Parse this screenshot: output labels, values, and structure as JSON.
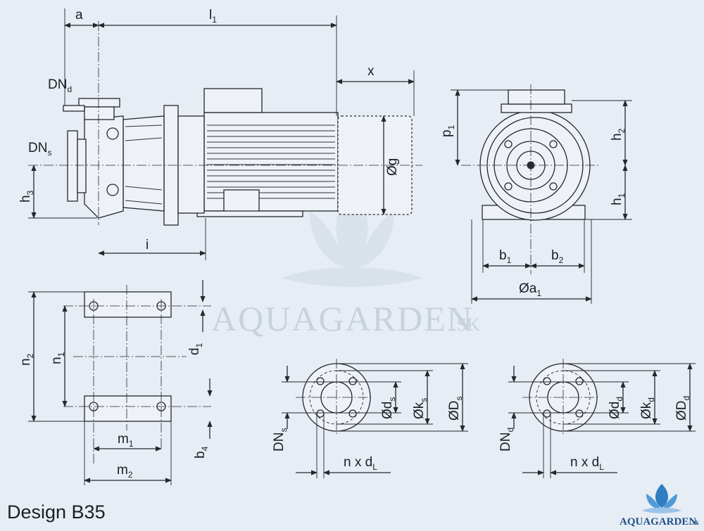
{
  "labels": {
    "a": "a",
    "l": "l",
    "l_sub": "1",
    "x": "x",
    "dnd": "DN",
    "dnd_sub": "d",
    "dns": "DN",
    "dns_sub": "s",
    "h3": "h",
    "h3_sub": "3",
    "g": "Øg",
    "i": "i",
    "p1": "p",
    "p1_sub": "1",
    "h2": "h",
    "h2_sub": "2",
    "h1": "h",
    "h1_sub": "1",
    "b1": "b",
    "b1_sub": "1",
    "b2": "b",
    "b2_sub": "2",
    "a1": "Øa",
    "a1_sub": "1",
    "n2": "n",
    "n2_sub": "2",
    "n1": "n",
    "n1_sub": "1",
    "d1": "d",
    "d1_sub": "1",
    "b4": "b",
    "b4_sub": "4",
    "m1": "m",
    "m1_sub": "1",
    "m2": "m",
    "m2_sub": "2",
    "ds": "Ød",
    "ds_sub": "s",
    "ks": "Øk",
    "ks_sub": "s",
    "Ds": "ØD",
    "Ds_sub": "s",
    "dns2": "DN",
    "dns2_sub": "s",
    "ndl_s": "n x d",
    "ndl_s_sub": "L",
    "dd": "Ød",
    "dd_sub": "d",
    "kd": "Øk",
    "kd_sub": "d",
    "Dd": "ØD",
    "Dd_sub": "d",
    "dnd2": "DN",
    "dnd2_sub": "d",
    "ndl_d": "n x d",
    "ndl_d_sub": "L"
  },
  "caption": "Design B35",
  "watermark": {
    "text": "AQUAGARDEN",
    "suffix": ".SK"
  },
  "logo": {
    "text": "AQUAGARDEN",
    "suffix": ".sk"
  }
}
